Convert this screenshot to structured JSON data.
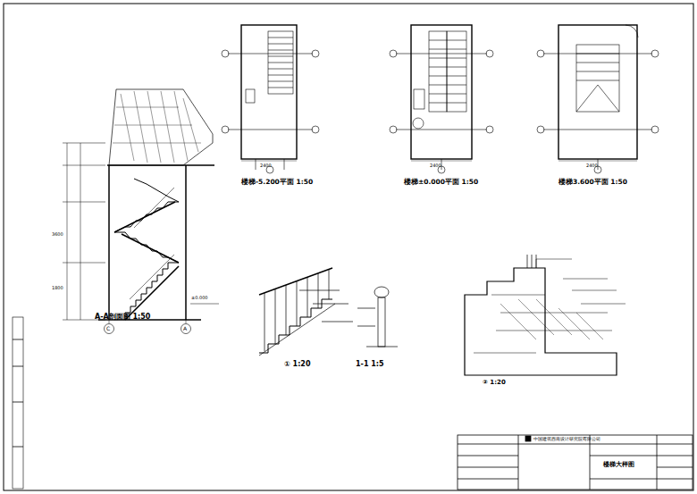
{
  "diagram": {
    "labels": [
      "A-A剖面图 1:50",
      "楼梯-5.200平面 1:50",
      "楼梯±0.000平面 1:50",
      "楼梯3.600平面 1:50",
      "① 1:20",
      "1-1 1:5",
      "② 1:20",
      "中国建筑西南设计研究院有限公司",
      "楼梯大样图",
      "2400",
      "2400",
      "2400",
      "C",
      "A",
      "±0.000",
      "3600",
      "1800"
    ]
  }
}
